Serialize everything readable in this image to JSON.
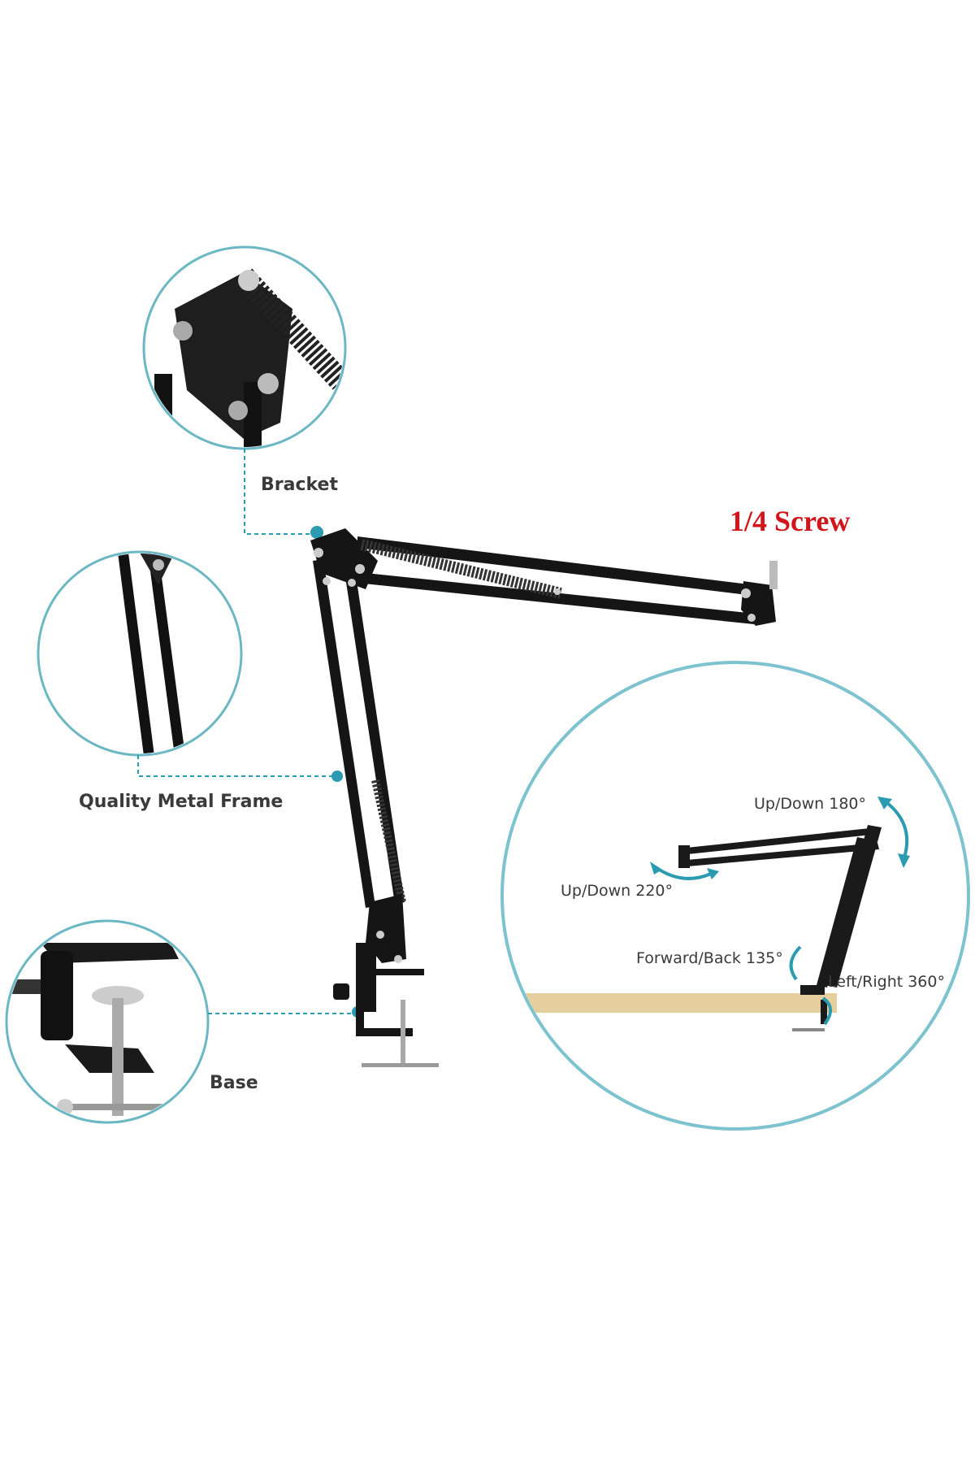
{
  "callouts": {
    "bracket": "Bracket",
    "frame": "Quality Metal Frame",
    "base": "Base",
    "screw": "1/4 Screw"
  },
  "rotation": {
    "updown_180": "Up/Down 180°",
    "updown_220": "Up/Down 220°",
    "forward_back": "Forward/Back 135°",
    "left_right": "Left/Right 360°"
  },
  "colors": {
    "accent": "#2a9bb0",
    "circle": "#7cc3cf",
    "screw_text": "#d0161b",
    "wood": "#e6cf9f"
  }
}
